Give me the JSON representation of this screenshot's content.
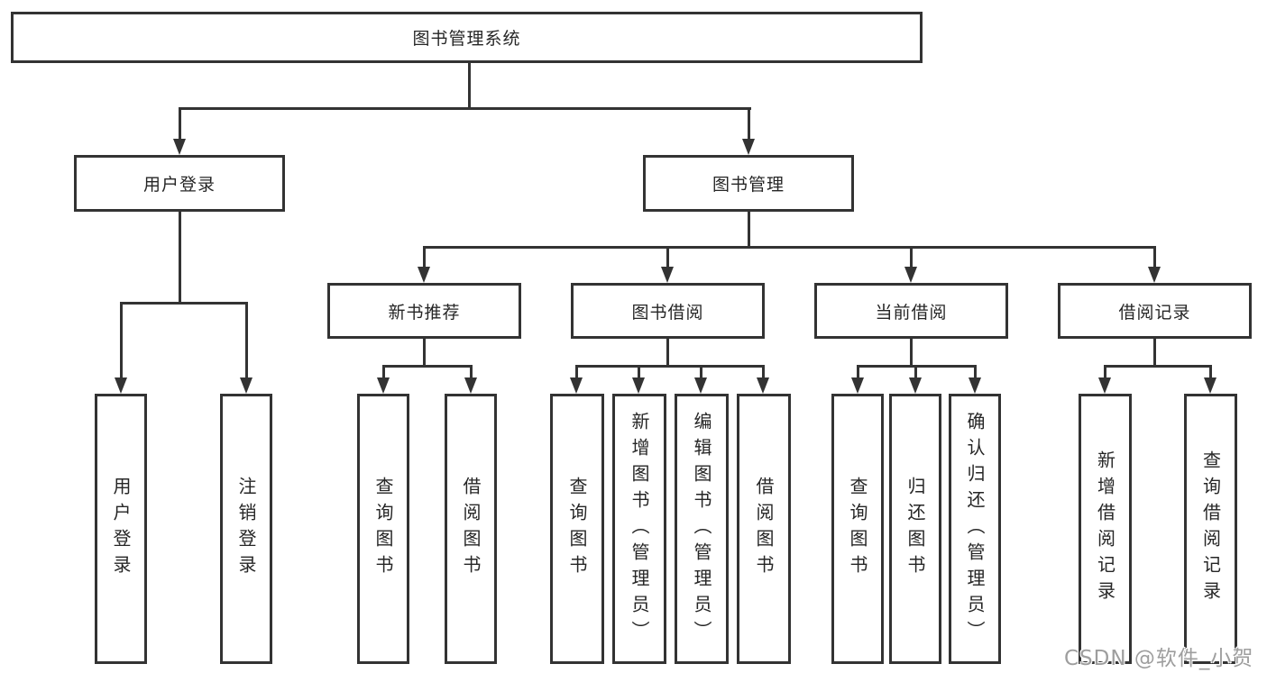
{
  "diagram": {
    "root": {
      "label": "图书管理系统",
      "children": [
        {
          "label": "用户登录",
          "children": [
            {
              "label": "用户登录"
            },
            {
              "label": "注销登录"
            }
          ]
        },
        {
          "label": "图书管理",
          "children": [
            {
              "label": "新书推荐",
              "children": [
                {
                  "label": "查询图书"
                },
                {
                  "label": "借阅图书"
                }
              ]
            },
            {
              "label": "图书借阅",
              "children": [
                {
                  "label": "查询图书"
                },
                {
                  "label": "新增图书（管理员）"
                },
                {
                  "label": "编辑图书（管理员）"
                },
                {
                  "label": "借阅图书"
                }
              ]
            },
            {
              "label": "当前借阅",
              "children": [
                {
                  "label": "查询图书"
                },
                {
                  "label": "归还图书"
                },
                {
                  "label": "确认归还（管理员）"
                }
              ]
            },
            {
              "label": "借阅记录",
              "children": [
                {
                  "label": "新增借阅记录"
                },
                {
                  "label": "查询借阅记录"
                }
              ]
            }
          ]
        }
      ]
    },
    "colors": {
      "line": "#333333",
      "box_border": "#333333",
      "text": "#262626",
      "background": "#ffffff",
      "watermark": "#9e9e9e"
    }
  },
  "watermark": {
    "text": "CSDN @软件_小贺同学"
  }
}
